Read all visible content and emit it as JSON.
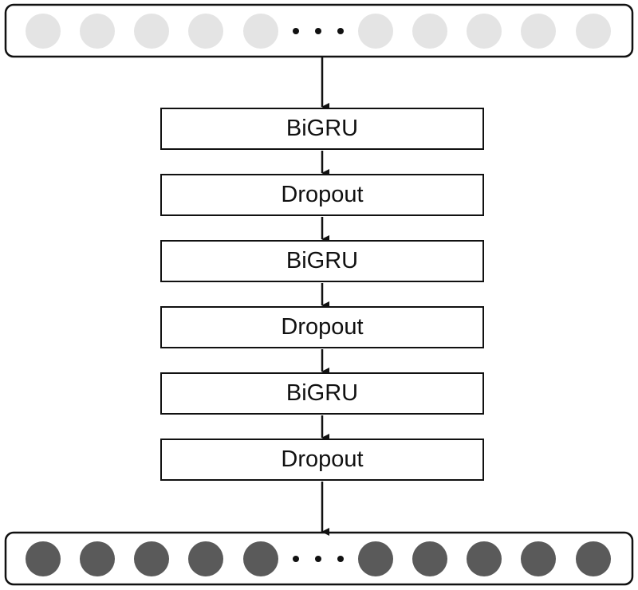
{
  "colors": {
    "input_node": "#e4e4e4",
    "output_node": "#5a5a5a",
    "stroke": "#111111"
  },
  "input_layer": {
    "nodes_before_ellipsis": 5,
    "nodes_after_ellipsis": 5,
    "ellipsis": "···"
  },
  "output_layer": {
    "nodes_before_ellipsis": 5,
    "nodes_after_ellipsis": 5,
    "ellipsis": "···"
  },
  "layers": [
    {
      "label": "BiGRU"
    },
    {
      "label": "Dropout"
    },
    {
      "label": "BiGRU"
    },
    {
      "label": "Dropout"
    },
    {
      "label": "BiGRU"
    },
    {
      "label": "Dropout"
    }
  ]
}
